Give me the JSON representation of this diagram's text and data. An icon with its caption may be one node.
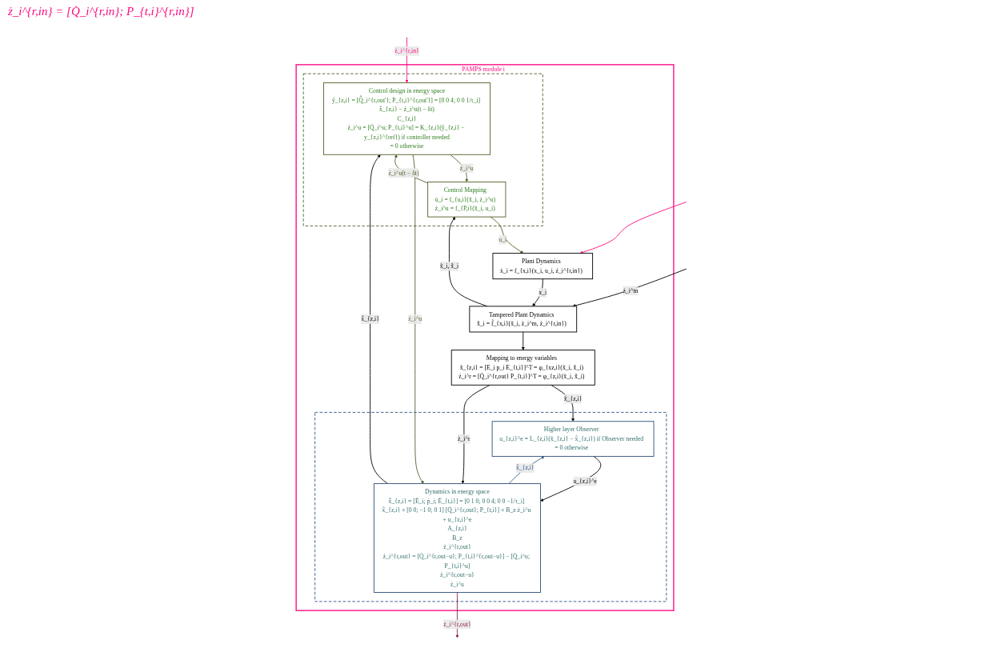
{
  "diagram": {
    "nodes": [
      {
        "text": [
          "PAMPS module i"
        ]
      },
      {
        "text": [],
        "shape": "box",
        "in": 0
      },
      {
        "text": [
          "Control design in energy space",
          "ŷ_{z,i} = [Q̂̇_i^{r,out'}; P_{t,i}^{r,out'}] = [0 0 4; 0 0 1/τ_i] x̂_{z,i} − ż_i^u(t − δt)",
          "C_{z,i}",
          "ż_i^u = [Q̇_i^u; P_{t,i}^u] = K_{z,i}(ŷ_{z,i} − y_{z,i}^{ref}) if controller needed",
          "= 0 otherwise"
        ],
        "in": 1
      },
      {
        "text": [
          "Control Mapping",
          "u̇_i = f_{u,i}(x̃_i, ż_i^u)",
          "ż_i^u = f_{P,i}(x̃_i, u_i)"
        ],
        "in": 1
      },
      {
        "text": [],
        "shape": "box",
        "in": 0
      },
      {
        "text": [
          "Higher layer Observer",
          "u_{z,i}^e = L_{z,i}(x̃_{z,i} − x̂_{z,i}) if Observer needed",
          "= 0 otherwise"
        ],
        "in": 4
      },
      {
        "text": [
          "Dynamics in energy space",
          "x̂̇_{z,i} = [Ė_i; ṗ_i; Ė_{t,i}] = [0 1 0; 0 0 4; 0 0 −1/τ_i] x̂_{z,i} + [0 0; −1 0; 0 1] [Q̇_i^{r,out}; P_{t,i}] + B_z ż_i^u + u_{z,i}^e",
          "A_{z,i}",
          "B_z",
          "ż_i^{r,out}",
          "ż_i^{r,out} = [Q̇_i^{r,out−u}; P_{t,i}^{r,out−u}] − [Q̇_i^u; P_{t,i}^u]",
          "ż_i^{r,out−u}",
          "ż_i^u"
        ],
        "in": 4
      },
      {
        "text": [
          "Plant Dynamics",
          "ẋ_i = f_{x,i}(x_i, u_i, ż_i^{r,in})"
        ],
        "in": 0
      },
      {
        "text": [
          "Tampered Plant Dynamics",
          "x̃̇_i = f̃_{x,i}(x̃_i, ż_i^m, ż_i^{r,in})"
        ],
        "in": 0
      },
      {
        "text": [
          "Mapping to energy variables",
          "x̃_{z,i} = [E_i p_i E_{t,i}]^T = φ_{xz,i}(x̃_i, x̃̇_i)",
          "ż_i^r = [Q̇_i^{r,out} P_{t,i}]^T = φ_{z,i}(x̃_i, x̃̇_i)"
        ],
        "in": 0
      }
    ],
    "edges": [
      {
        "from": null,
        "to": 2,
        "arrow": "to",
        "label": "ż_i^{r,in}",
        "color": "#ff0a80"
      },
      {
        "from": null,
        "to": 7,
        "arrow": "to",
        "color": "#ff0a80"
      },
      {
        "from": 2,
        "to": 3,
        "arrow": "to",
        "label": "ż_i^u",
        "color": "#4f6228"
      },
      {
        "from": 3,
        "to": 2,
        "arrow": "to",
        "label": "ż_i^u(t − δt)",
        "color": "#4f6228"
      },
      {
        "from": 3,
        "to": 7,
        "arrow": "to",
        "label": "u_i",
        "color": "#4f6228"
      },
      {
        "from": 7,
        "to": 8,
        "arrow": "to",
        "label": "x_i"
      },
      {
        "from": null,
        "to": 8,
        "arrow": "to",
        "label": "ż_i^m"
      },
      {
        "from": 8,
        "to": 3,
        "arrow": "to",
        "label": "x̃_i, x̃̇_i"
      },
      {
        "from": 8,
        "to": 9,
        "arrow": "to"
      },
      {
        "from": 9,
        "to": 5,
        "arrow": "to",
        "label": "x̃_{z,i}"
      },
      {
        "from": 9,
        "to": 6,
        "arrow": "to",
        "label": "ż_i^r"
      },
      {
        "from": 6,
        "to": 5,
        "arrow": "to",
        "label": "x̂_{z,i}",
        "color": "#2f5b8a"
      },
      {
        "from": 5,
        "to": 6,
        "arrow": "to",
        "label": "u_{z,i}^e"
      },
      {
        "from": 6,
        "to": 2,
        "arrow": "to",
        "label": "x̂_{z,i}"
      },
      {
        "from": 2,
        "to": 6,
        "arrow": "to",
        "label": "ż_i^u",
        "color": "#4f6228"
      },
      {
        "from": 6,
        "to": null,
        "arrow": "to",
        "label": "ż_i^{r,out}",
        "color": "#8b1a4a"
      }
    ],
    "labels": [
      "ż_i^{r,in} = [Q̇_i^{r,in}; P_{t,i}^{r,in}]"
    ]
  }
}
